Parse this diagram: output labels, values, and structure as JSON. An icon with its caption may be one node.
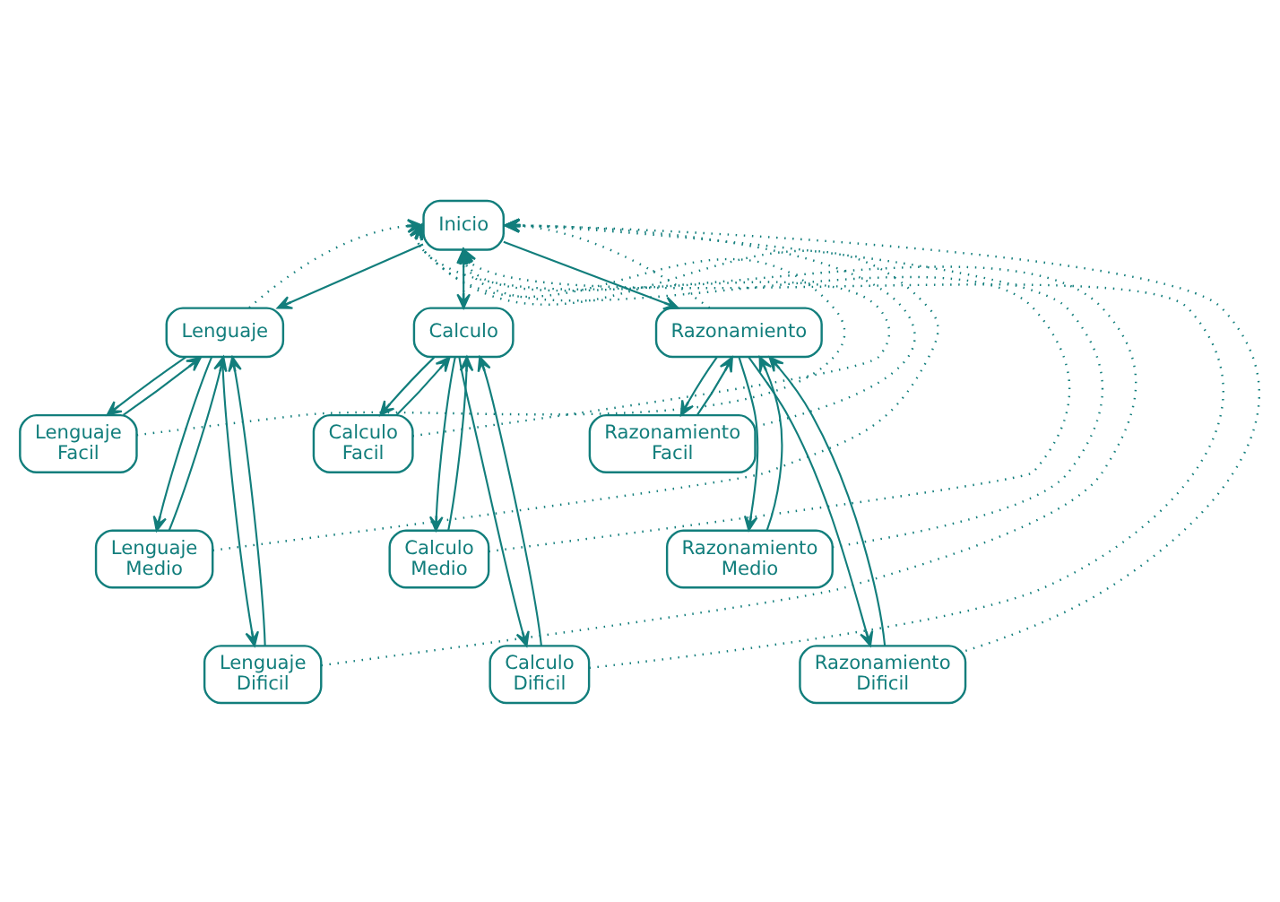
{
  "diagram": {
    "nodes": [
      {
        "text": [
          "Inicio"
        ]
      },
      {
        "text": [
          "Lenguaje"
        ]
      },
      {
        "text": [
          "Calculo"
        ]
      },
      {
        "text": [
          "Razonamiento"
        ]
      },
      {
        "text": [
          "Lenguaje Facil"
        ]
      },
      {
        "text": [
          "Calculo Facil"
        ]
      },
      {
        "text": [
          "Razonamiento Facil"
        ]
      },
      {
        "text": [
          "Lenguaje Medio"
        ]
      },
      {
        "text": [
          "Calculo Medio"
        ]
      },
      {
        "text": [
          "Razonamiento Medio"
        ]
      },
      {
        "text": [
          "Lenguaje Dificil"
        ]
      },
      {
        "text": [
          "Calculo Dificil"
        ]
      },
      {
        "text": [
          "Razonamiento Dificil"
        ]
      }
    ],
    "edges": [
      {
        "from": 0,
        "to": 1,
        "arrow": "to"
      },
      {
        "from": 0,
        "to": 2,
        "arrow": "to"
      },
      {
        "from": 0,
        "to": 3,
        "arrow": "to"
      },
      {
        "from": 1,
        "to": 0,
        "arrow": "to",
        "style": "dashed"
      },
      {
        "from": 2,
        "to": 0,
        "arrow": "to",
        "style": "dashed"
      },
      {
        "from": 3,
        "to": 0,
        "arrow": "to",
        "style": "dashed"
      },
      {
        "from": 1,
        "to": 4,
        "arrow": "to"
      },
      {
        "from": 1,
        "to": 7,
        "arrow": "to"
      },
      {
        "from": 1,
        "to": 10,
        "arrow": "to"
      },
      {
        "from": 2,
        "to": 5,
        "arrow": "to"
      },
      {
        "from": 2,
        "to": 8,
        "arrow": "to"
      },
      {
        "from": 2,
        "to": 11,
        "arrow": "to"
      },
      {
        "from": 3,
        "to": 6,
        "arrow": "to"
      },
      {
        "from": 3,
        "to": 9,
        "arrow": "to"
      },
      {
        "from": 3,
        "to": 12,
        "arrow": "to"
      },
      {
        "from": 4,
        "to": 1,
        "arrow": "to"
      },
      {
        "from": 7,
        "to": 1,
        "arrow": "to"
      },
      {
        "from": 10,
        "to": 1,
        "arrow": "to"
      },
      {
        "from": 5,
        "to": 2,
        "arrow": "to"
      },
      {
        "from": 8,
        "to": 2,
        "arrow": "to"
      },
      {
        "from": 11,
        "to": 2,
        "arrow": "to"
      },
      {
        "from": 6,
        "to": 3,
        "arrow": "to"
      },
      {
        "from": 9,
        "to": 3,
        "arrow": "to"
      },
      {
        "from": 12,
        "to": 3,
        "arrow": "to"
      },
      {
        "from": 4,
        "to": 0,
        "arrow": "to",
        "style": "dashed"
      },
      {
        "from": 7,
        "to": 0,
        "arrow": "to",
        "style": "dashed"
      },
      {
        "from": 10,
        "to": 0,
        "arrow": "to",
        "style": "dashed"
      },
      {
        "from": 5,
        "to": 0,
        "arrow": "to",
        "style": "dashed"
      },
      {
        "from": 8,
        "to": 0,
        "arrow": "to",
        "style": "dashed"
      },
      {
        "from": 11,
        "to": 0,
        "arrow": "to",
        "style": "dashed"
      },
      {
        "from": 6,
        "to": 0,
        "arrow": "to",
        "style": "dashed"
      },
      {
        "from": 9,
        "to": 0,
        "arrow": "to",
        "style": "dashed"
      },
      {
        "from": 12,
        "to": 0,
        "arrow": "to",
        "style": "dashed"
      }
    ]
  }
}
